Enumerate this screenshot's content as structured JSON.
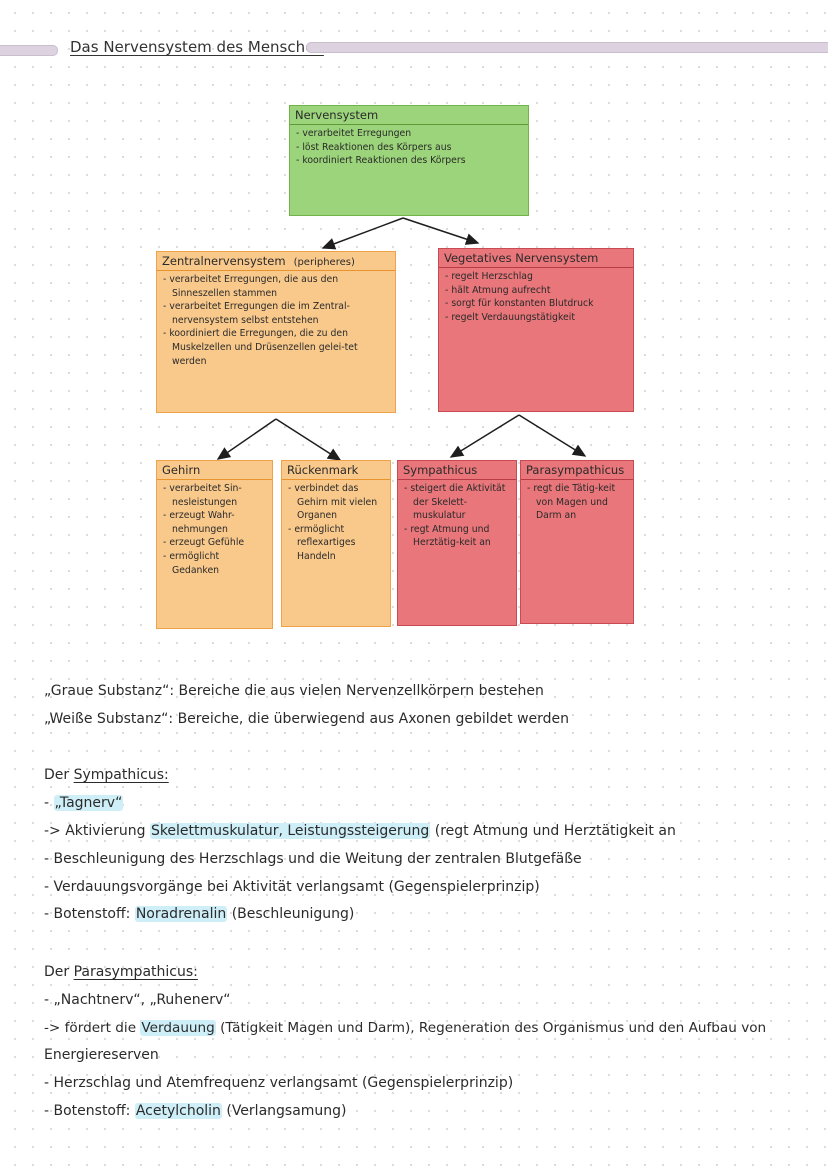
{
  "header": {
    "title": "Das Nervensystem des Menschen"
  },
  "diagram": {
    "nervensystem": {
      "title": "Nervensystem",
      "items": [
        "verarbeitet Erregungen",
        "löst Reaktionen des Körpers aus",
        "koordiniert Reaktionen des Körpers"
      ]
    },
    "zns": {
      "title": "Zentralnervensystem",
      "subtitle": "(peripheres)",
      "items": [
        "verarbeitet Erregungen, die aus den Sinneszellen stammen",
        "verarbeitet Erregungen die im Zentral-nervensystem selbst entstehen",
        "koordiniert die Erregungen, die zu den Muskelzellen und Drüsenzellen gelei-tet werden"
      ]
    },
    "vns": {
      "title": "Vegetatives Nervensystem",
      "items": [
        "regelt Herzschlag",
        "hält Atmung aufrecht",
        "sorgt für konstanten Blutdruck",
        "regelt Verdauungstätigkeit"
      ]
    },
    "gehirn": {
      "title": "Gehirn",
      "items": [
        "verarbeitet Sin-nesleistungen",
        "erzeugt Wahr-nehmungen",
        "erzeugt Gefühle",
        "ermöglicht Gedanken"
      ]
    },
    "rueckenmark": {
      "title": "Rückenmark",
      "items": [
        "verbindet das Gehirn mit vielen Organen",
        "ermöglicht reflexartiges Handeln"
      ]
    },
    "sympathicus": {
      "title": "Sympathicus",
      "items": [
        "steigert die Aktivität der Skelett-muskulatur",
        "regt Atmung und Herztätig-keit an"
      ]
    },
    "parasympathicus": {
      "title": "Parasympathicus",
      "items": [
        "regt die Tätig-keit von Magen und Darm an"
      ]
    },
    "colors": {
      "green": "#9bd47a",
      "orange": "#f9c98c",
      "red": "#e8767a"
    }
  },
  "notes": {
    "graue": "„Graue Substanz“: Bereiche die aus vielen Nervenzellkörpern bestehen",
    "weisse": "„Weiße Substanz“: Bereiche, die überwiegend aus Axonen gebildet werden",
    "sym": {
      "prefix": "Der ",
      "heading": "Sympathicus:",
      "tag_dash": "- ",
      "tag": "„Tagnerv“",
      "l1_a": "-> Aktivierung ",
      "l1_hl": "Skelettmuskulatur, Leistungssteigerung",
      "l1_b": " (regt Atmung und Herztätigkeit an",
      "l2": "- Beschleunigung des Herzschlags und die Weitung der zentralen Blutgefäße",
      "l3": "- Verdauungsvorgänge bei Aktivität verlangsamt (Gegenspielerprinzip)",
      "l4_a": "- Botenstoff:  ",
      "l4_hl": "Noradrenalin",
      "l4_b": " (Beschleunigung)"
    },
    "para": {
      "prefix": "Der ",
      "heading": "Parasympathicus:",
      "tag_dash": "- ",
      "tag": "„Nachtnerv“, „Ruhenerv“",
      "l1_a": "-> fördert die ",
      "l1_hl": "Verdauung",
      "l1_b": " (Tätigkeit Magen und Darm), Regeneration des Organismus und den Aufbau von",
      "l1_c": "Energiereserven",
      "l2": "- Herzschlag und Atemfrequenz verlangsamt (Gegenspielerprinzip)",
      "l3_a": "- Botenstoff: ",
      "l3_hl": "Acetylcholin",
      "l3_b": " (Verlangsamung)"
    }
  }
}
